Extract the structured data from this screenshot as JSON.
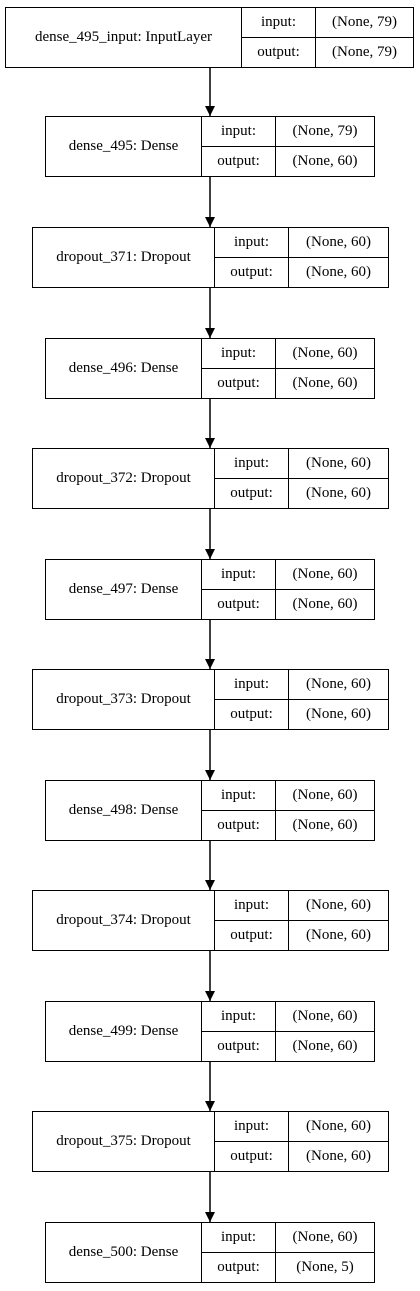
{
  "labels": {
    "input": "input:",
    "output": "output:"
  },
  "layers": [
    {
      "name": "dense_495_input: InputLayer",
      "input": "(None, 79)",
      "output": "(None, 79)"
    },
    {
      "name": "dense_495: Dense",
      "input": "(None, 79)",
      "output": "(None, 60)"
    },
    {
      "name": "dropout_371: Dropout",
      "input": "(None, 60)",
      "output": "(None, 60)"
    },
    {
      "name": "dense_496: Dense",
      "input": "(None, 60)",
      "output": "(None, 60)"
    },
    {
      "name": "dropout_372: Dropout",
      "input": "(None, 60)",
      "output": "(None, 60)"
    },
    {
      "name": "dense_497: Dense",
      "input": "(None, 60)",
      "output": "(None, 60)"
    },
    {
      "name": "dropout_373: Dropout",
      "input": "(None, 60)",
      "output": "(None, 60)"
    },
    {
      "name": "dense_498: Dense",
      "input": "(None, 60)",
      "output": "(None, 60)"
    },
    {
      "name": "dropout_374: Dropout",
      "input": "(None, 60)",
      "output": "(None, 60)"
    },
    {
      "name": "dense_499: Dense",
      "input": "(None, 60)",
      "output": "(None, 60)"
    },
    {
      "name": "dropout_375: Dropout",
      "input": "(None, 60)",
      "output": "(None, 60)"
    },
    {
      "name": "dense_500: Dense",
      "input": "(None, 60)",
      "output": "(None, 5)"
    }
  ]
}
